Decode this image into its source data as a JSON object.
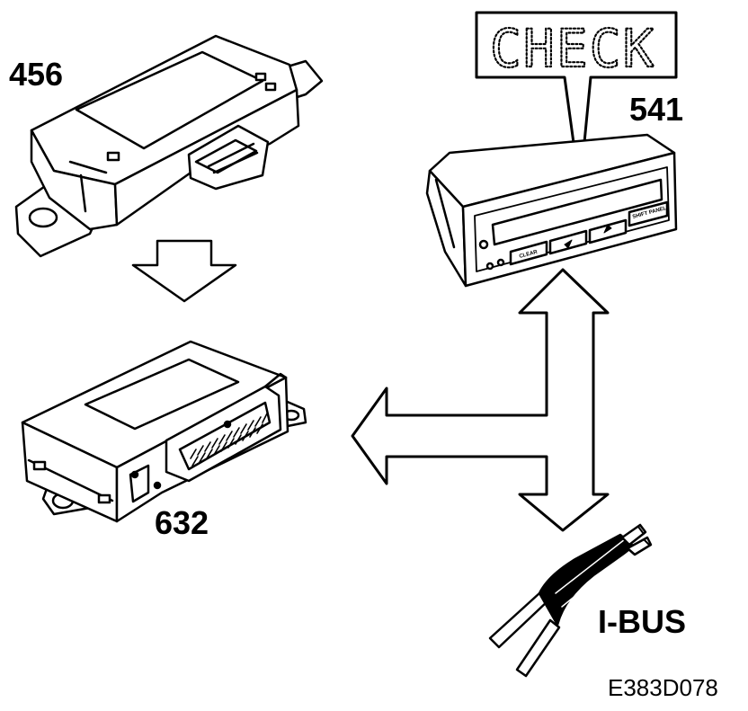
{
  "components": {
    "module_456": {
      "label": "456"
    },
    "module_632": {
      "label": "632"
    },
    "module_541": {
      "label": "541",
      "display_text": "CHECK",
      "buttons": [
        "CLEAR",
        "SHIFT PANEL"
      ]
    },
    "bus": {
      "label": "I-BUS"
    }
  },
  "figure_code": "E383D078"
}
